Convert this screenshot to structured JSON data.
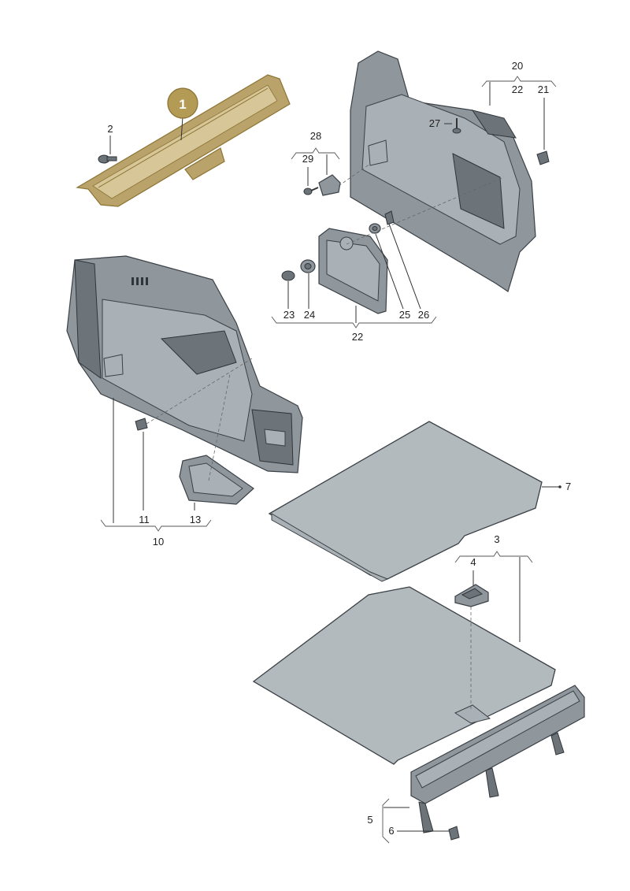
{
  "highlight": {
    "label": "1",
    "color": "#b39a55"
  },
  "labels": {
    "l2": "2",
    "l3": "3",
    "l4": "4",
    "l5": "5",
    "l6": "6",
    "l7": "7",
    "l10": "10",
    "l11": "11",
    "l13": "13",
    "l20": "20",
    "l21": "21",
    "l22a": "22",
    "l22b": "22",
    "l23": "23",
    "l24": "24",
    "l25": "25",
    "l26": "26",
    "l27": "27",
    "l28": "28",
    "l29": "29"
  }
}
